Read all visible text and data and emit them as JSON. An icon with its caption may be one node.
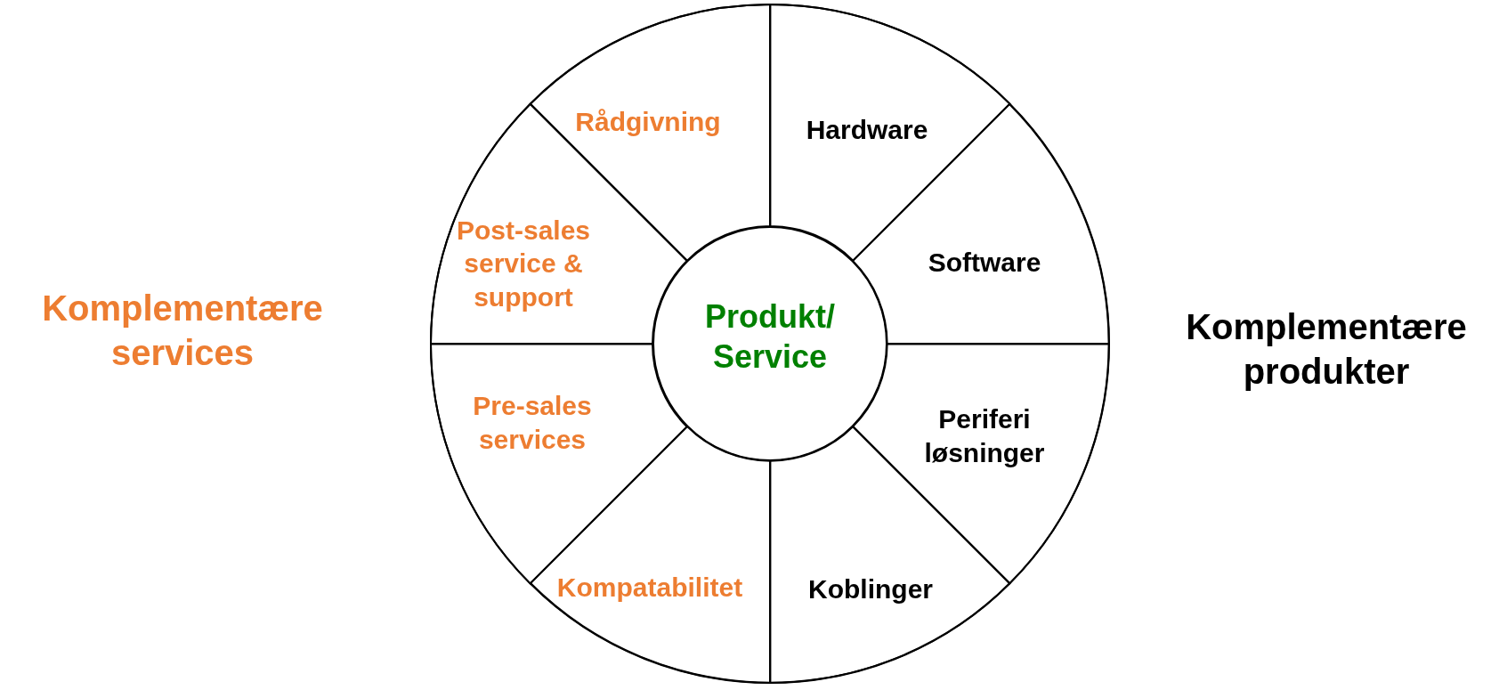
{
  "diagram": {
    "nodes": [
      {
        "text": [],
        "shape": "circle"
      },
      {
        "text": [
          "Produkt/ Service"
        ],
        "in": 0
      },
      {
        "text": [
          "Rådgivning"
        ],
        "in": 0
      },
      {
        "text": [
          "Hardware"
        ],
        "in": 0
      },
      {
        "text": [
          "Post-sales service & support"
        ],
        "in": 0
      },
      {
        "text": [
          "Software"
        ],
        "in": 0
      },
      {
        "text": [
          "Periferi løsninger"
        ],
        "in": 0
      },
      {
        "text": [
          "Pre-sales services"
        ],
        "in": 0
      },
      {
        "text": [
          "Kompatabilitet"
        ],
        "in": 0
      },
      {
        "text": [
          "Koblinger"
        ],
        "in": 0
      }
    ],
    "edges": [],
    "labels": [
      "Komplementære services",
      "Komplementære produkter"
    ]
  }
}
